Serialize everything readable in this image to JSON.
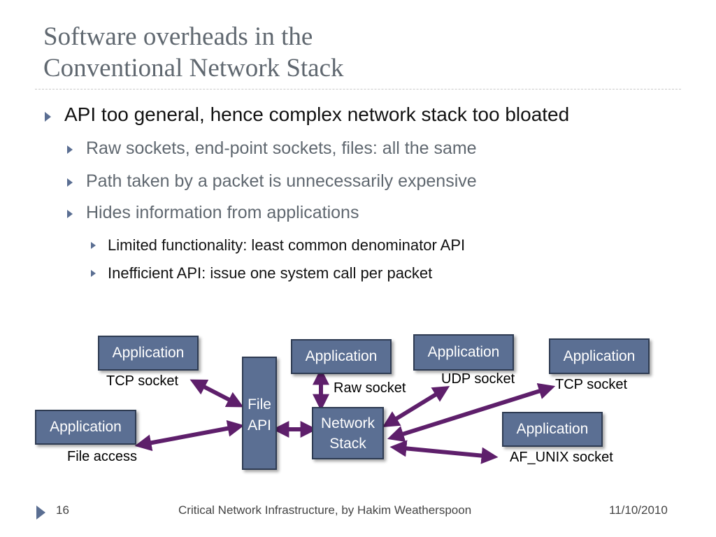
{
  "slide": {
    "title_line1": "Software overheads in the",
    "title_line2": "Conventional Network Stack",
    "bullets": [
      {
        "level": 1,
        "text": "API too general, hence complex network stack too bloated"
      },
      {
        "level": 2,
        "text": "Raw sockets, end-point sockets, files: all the same"
      },
      {
        "level": 2,
        "text": "Path taken by a packet is unnecessarily expensive"
      },
      {
        "level": 2,
        "text": "Hides information from applications"
      },
      {
        "level": 3,
        "text": "Limited functionality: least common denominator API"
      },
      {
        "level": 3,
        "text": "Inefficient API: issue one system call per packet"
      }
    ]
  },
  "diagram": {
    "boxes": {
      "app_tcp_left": "Application",
      "app_file": "Application",
      "app_raw": "Application",
      "app_udp": "Application",
      "app_tcp_right": "Application",
      "app_unix": "Application",
      "file_api_line1": "File",
      "file_api_line2": "API",
      "network_stack_line1": "Network",
      "network_stack_line2": "Stack"
    },
    "labels": {
      "tcp_socket_left": "TCP socket",
      "file_access": "File access",
      "raw_socket": "Raw socket",
      "udp_socket": "UDP socket",
      "tcp_socket_right": "TCP socket",
      "af_unix_socket": "AF_UNIX socket"
    },
    "colors": {
      "box_fill": "#5b6f93",
      "box_border": "#2e3b52",
      "arrow": "#5e1f6b"
    }
  },
  "footer": {
    "page_number": "16",
    "center_text": "Critical Network Infrastructure, by Hakim Weatherspoon",
    "date": "11/10/2010"
  }
}
